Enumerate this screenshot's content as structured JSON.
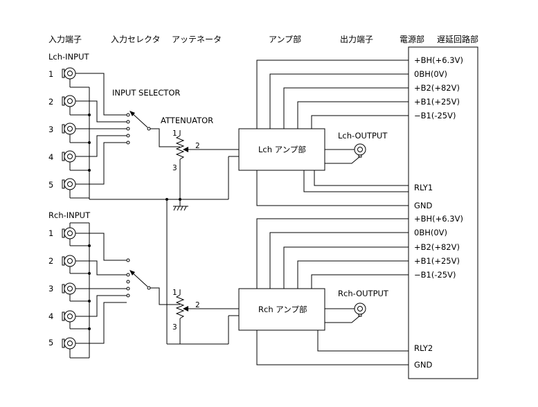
{
  "headers": {
    "input_terminal": "入力端子",
    "input_selector": "入力セレクタ",
    "attenuator": "アッテネータ",
    "amp_section": "アンプ部",
    "output_terminal": "出力端子",
    "power_supply": "電源部",
    "delay_circuit": "遅延回路部"
  },
  "lch": {
    "input_label": "Lch-INPUT",
    "inputs": [
      "1",
      "2",
      "3",
      "4",
      "5"
    ],
    "selector_label": "INPUT SELECTOR",
    "attenuator_label": "ATTENUATOR",
    "pot_pins": {
      "top": "1",
      "wiper": "2",
      "bottom": "3"
    },
    "amp_label": "Lch アンプ部",
    "output_label": "Lch-OUTPUT"
  },
  "rch": {
    "input_label": "Rch-INPUT",
    "inputs": [
      "1",
      "2",
      "3",
      "4",
      "5"
    ],
    "pot_pins": {
      "top": "1",
      "wiper": "2",
      "bottom": "3"
    },
    "amp_label": "Rch アンプ部",
    "output_label": "Rch-OUTPUT"
  },
  "power": {
    "lch_rails": [
      "+BH(+6.3V)",
      "0BH(0V)",
      "+B2(+82V)",
      "+B1(+25V)",
      "−B1(-25V)"
    ],
    "lch_relay": "RLY1",
    "lch_gnd": "GND",
    "rch_rails": [
      "+BH(+6.3V)",
      "0BH(0V)",
      "+B2(+82V)",
      "+B1(+25V)",
      "−B1(-25V)"
    ],
    "rch_relay": "RLY2",
    "rch_gnd": "GND"
  },
  "colors": {
    "line": "#000000",
    "background": "#ffffff"
  }
}
